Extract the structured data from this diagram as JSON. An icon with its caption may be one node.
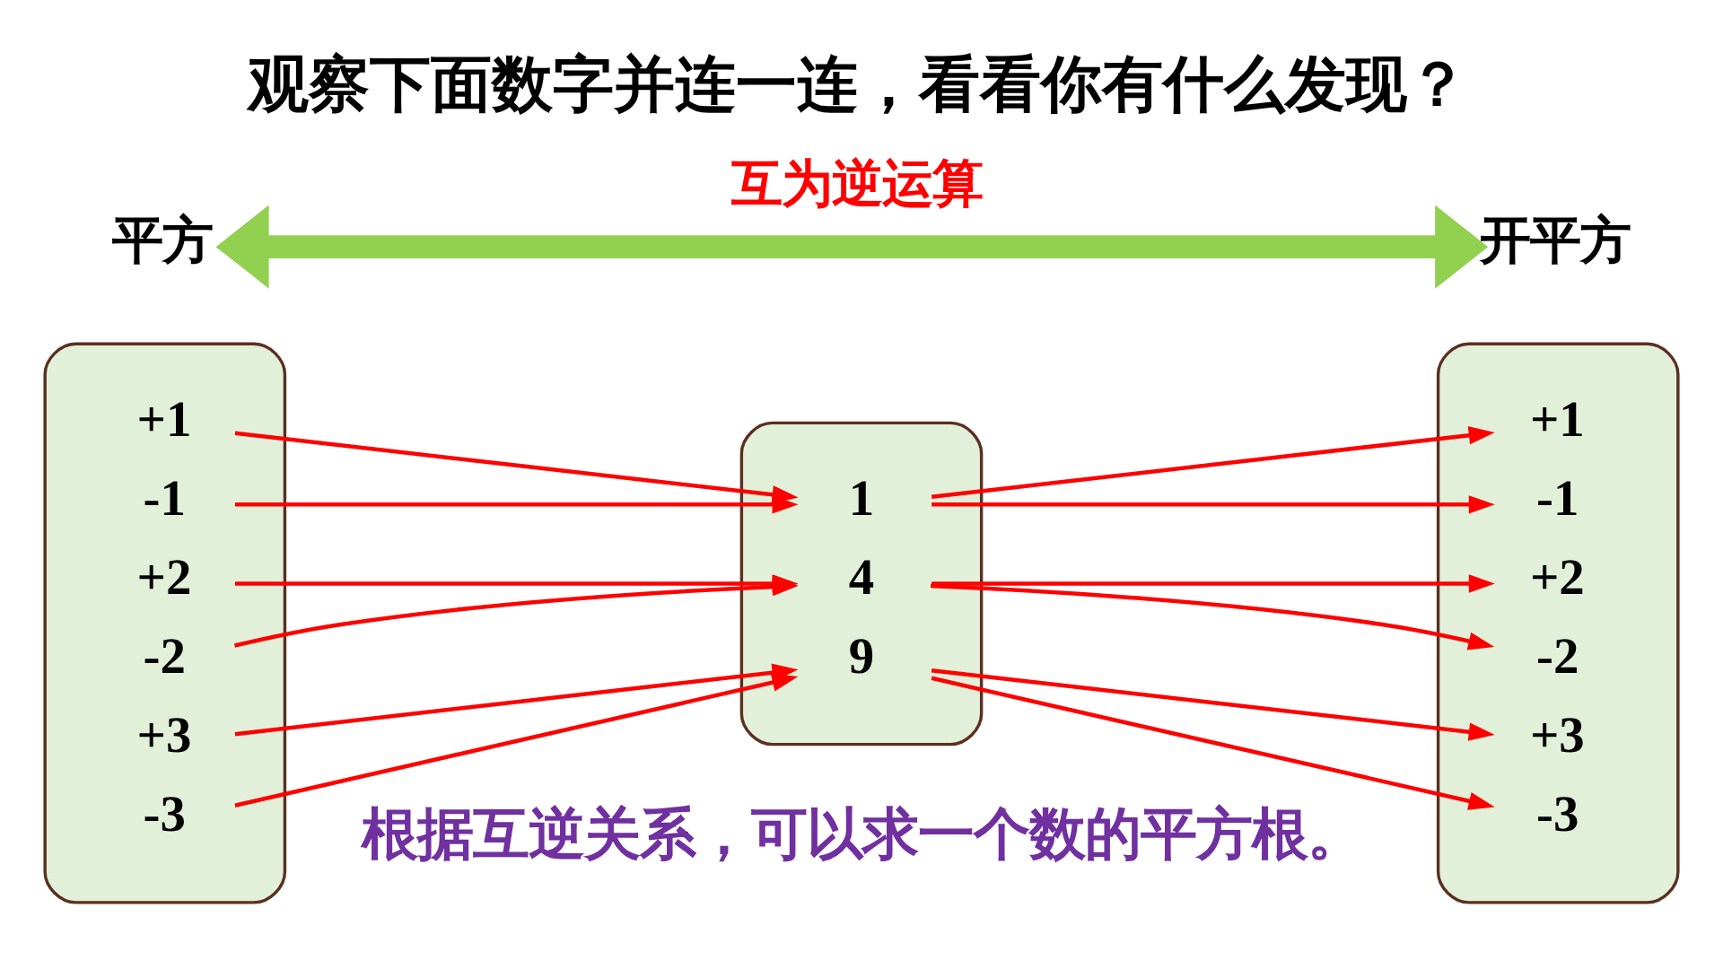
{
  "diagram": {
    "title": "观察下面数字并连一连，看看你有什么发现？",
    "caption": "根据互逆关系，可以求一个数的平方根。",
    "nodes": [
      {
        "text": [
          "平方"
        ]
      },
      {
        "text": [
          "开平方"
        ]
      },
      {
        "text": [],
        "shape": "ellipse"
      },
      {
        "text": [
          "+1"
        ],
        "in": 2
      },
      {
        "text": [
          "-1"
        ],
        "in": 2
      },
      {
        "text": [
          "+2"
        ],
        "in": 2
      },
      {
        "text": [
          "-2"
        ],
        "in": 2
      },
      {
        "text": [
          "+3"
        ],
        "in": 2
      },
      {
        "text": [
          "-3"
        ],
        "in": 2
      },
      {
        "text": [],
        "shape": "ellipse"
      },
      {
        "text": [
          "1"
        ],
        "in": 9
      },
      {
        "text": [
          "4"
        ],
        "in": 9
      },
      {
        "text": [
          "9"
        ],
        "in": 9
      },
      {
        "text": [],
        "shape": "ellipse"
      },
      {
        "text": [
          "+1"
        ],
        "in": 13
      },
      {
        "text": [
          "-1"
        ],
        "in": 13
      },
      {
        "text": [
          "+2"
        ],
        "in": 13
      },
      {
        "text": [
          "-2"
        ],
        "in": 13
      },
      {
        "text": [
          "+3"
        ],
        "in": 13
      },
      {
        "text": [
          "-3"
        ],
        "in": 13
      }
    ],
    "edges": [
      {
        "from": 0,
        "to": 1,
        "arrow": "both",
        "label": "互为逆运算",
        "style": "thick",
        "color": "#92d050"
      },
      {
        "from": 3,
        "to": 10,
        "arrow": "to"
      },
      {
        "from": 4,
        "to": 10,
        "arrow": "to"
      },
      {
        "from": 5,
        "to": 11,
        "arrow": "to"
      },
      {
        "from": 6,
        "to": 11,
        "arrow": "to"
      },
      {
        "from": 7,
        "to": 12,
        "arrow": "to"
      },
      {
        "from": 8,
        "to": 12,
        "arrow": "to"
      },
      {
        "from": 10,
        "to": 14,
        "arrow": "to"
      },
      {
        "from": 10,
        "to": 15,
        "arrow": "to"
      },
      {
        "from": 11,
        "to": 16,
        "arrow": "to"
      },
      {
        "from": 11,
        "to": 17,
        "arrow": "to"
      },
      {
        "from": 12,
        "to": 18,
        "arrow": "to"
      },
      {
        "from": 12,
        "to": 19,
        "arrow": "to"
      }
    ]
  }
}
